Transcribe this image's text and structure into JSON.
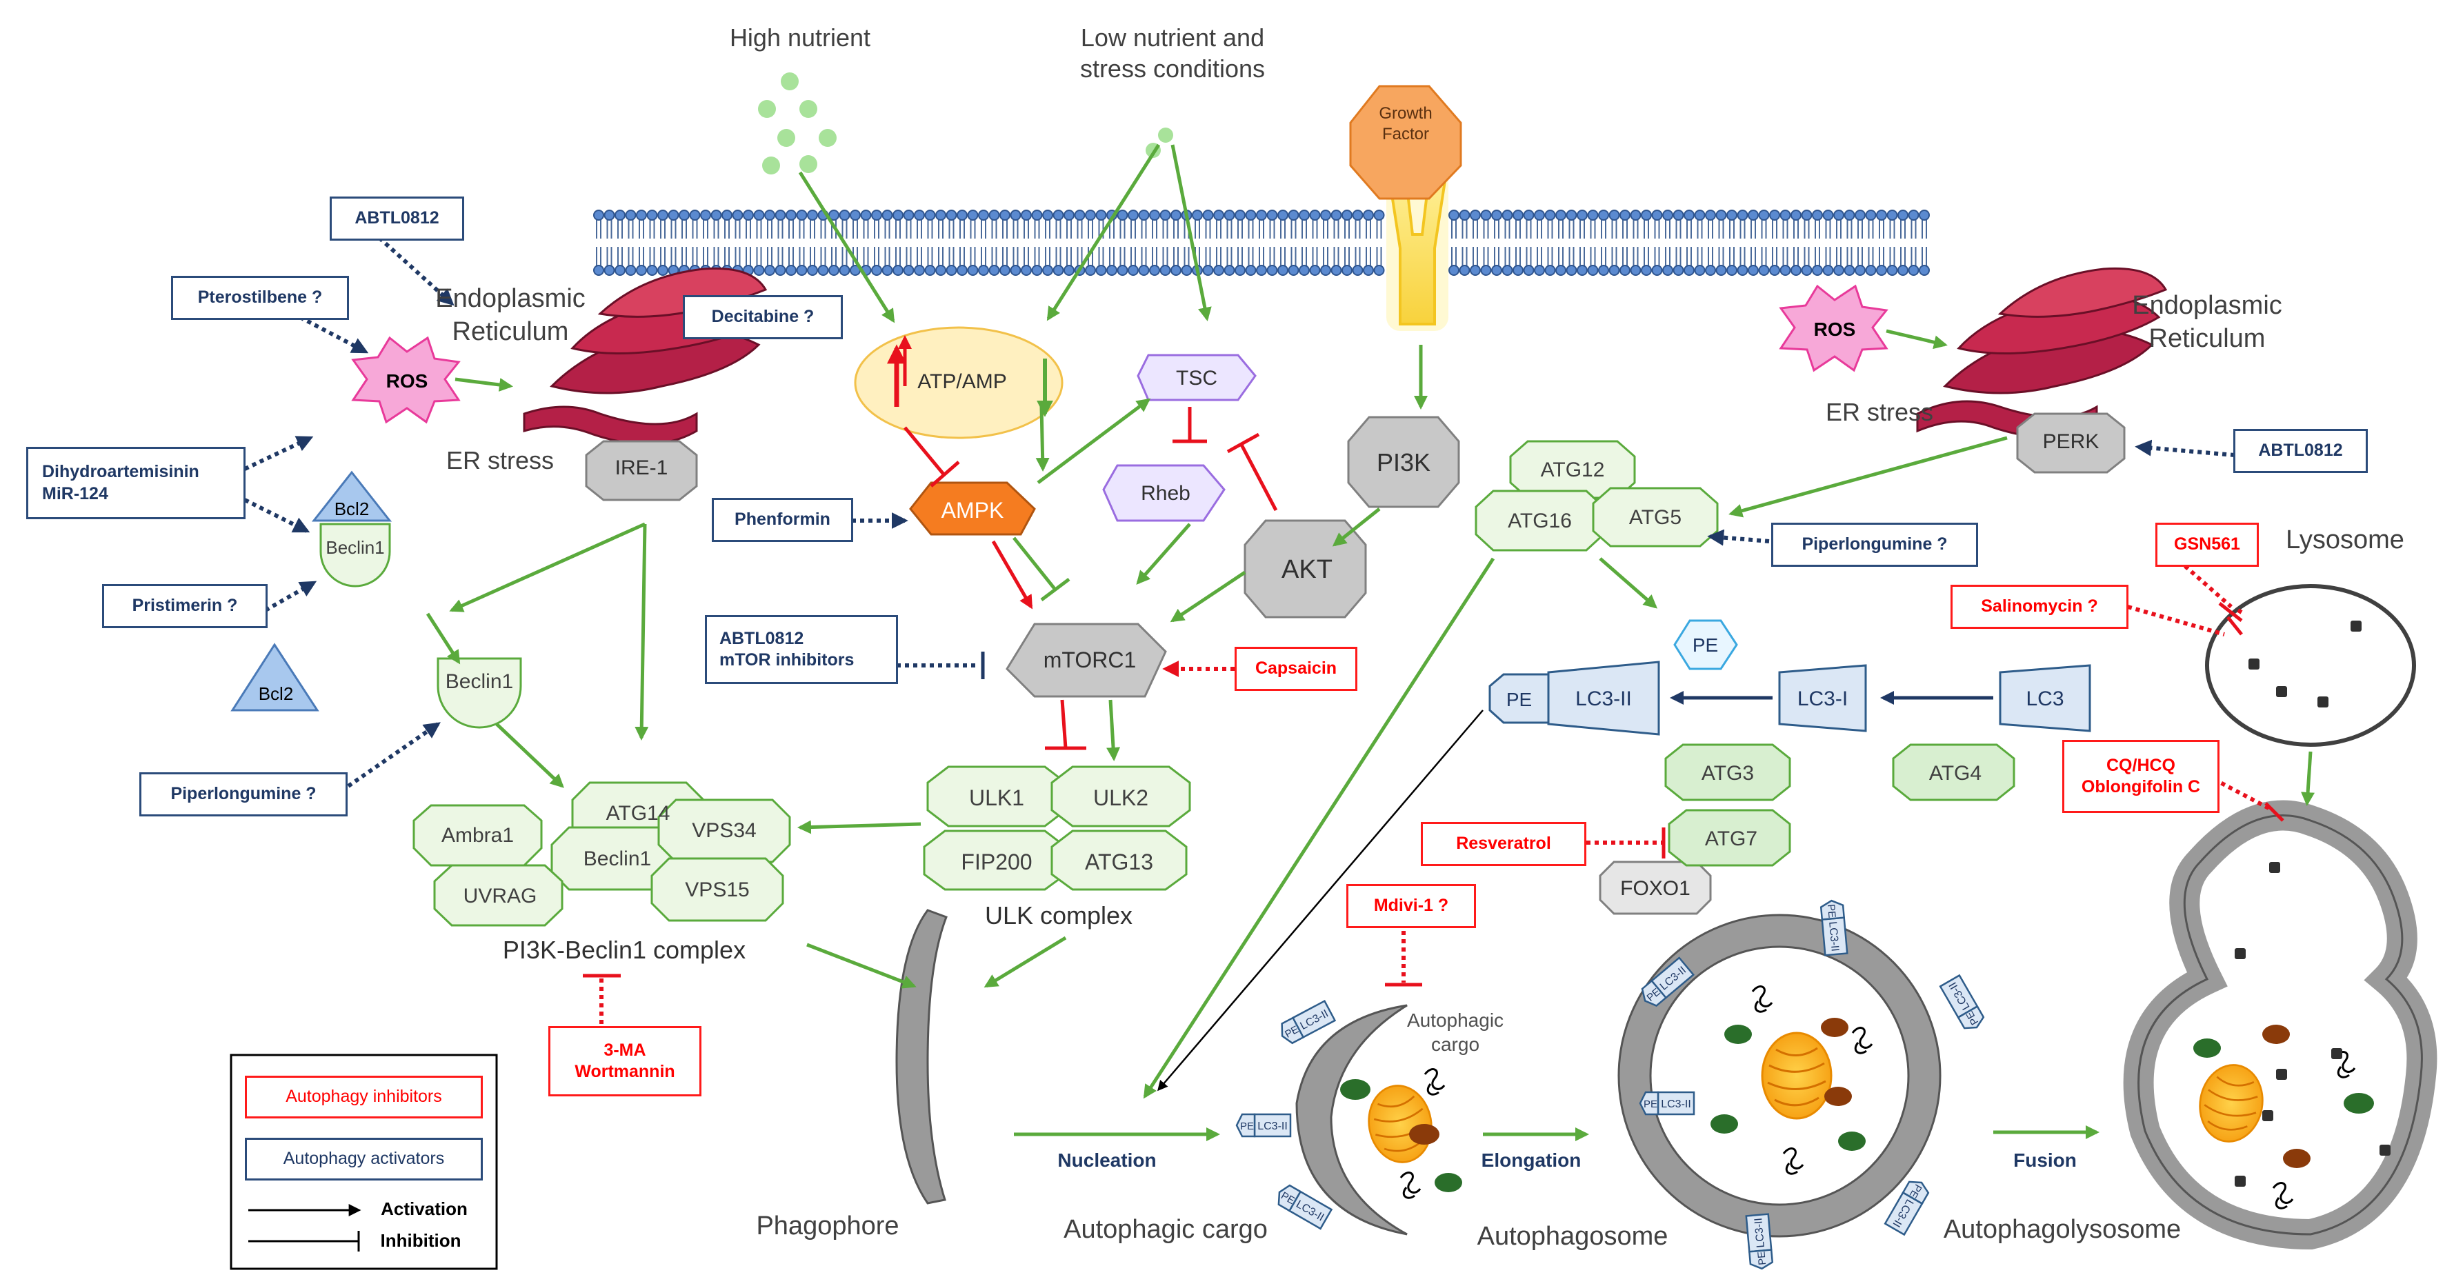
{
  "top": {
    "high_nutrient": "High nutrient",
    "low_nutrient": "Low nutrient and\nstress conditions",
    "growth_factor": "Growth\nFactor"
  },
  "left_er": {
    "title": "Endoplasmic\nReticulum",
    "ros": "ROS",
    "er_stress": "ER stress",
    "ire1": "IRE-1",
    "bcl2_a": "Bcl2",
    "bcl2_b": "Bcl2",
    "beclin1_a": "Beclin1",
    "beclin1_b": "Beclin1"
  },
  "right_er": {
    "title": "Endoplasmic\nReticulum",
    "ros": "ROS",
    "er_stress": "ER stress",
    "perk": "PERK"
  },
  "signaling": {
    "atp_amp": "ATP/AMP",
    "ampk": "AMPK",
    "tsc": "TSC",
    "rheb": "Rheb",
    "pi3k": "PI3K",
    "akt": "AKT",
    "mtorc1": "mTORC1"
  },
  "ulk": {
    "ulk1": "ULK1",
    "ulk2": "ULK2",
    "fip200": "FIP200",
    "atg13": "ATG13",
    "label": "ULK complex"
  },
  "pi3k_complex": {
    "atg14": "ATG14",
    "ambra1": "Ambra1",
    "beclin1": "Beclin1",
    "vps34": "VPS34",
    "uvrag": "UVRAG",
    "vps15": "VPS15",
    "label": "PI3K-Beclin1 complex"
  },
  "atg": {
    "atg12": "ATG12",
    "atg16": "ATG16",
    "atg5": "ATG5",
    "pe": "PE",
    "pe2": "PE",
    "lc3ii": "LC3-II",
    "lc3i": "LC3-I",
    "lc3": "LC3",
    "atg3": "ATG3",
    "atg4": "ATG4",
    "atg7": "ATG7",
    "foxo1": "FOXO1"
  },
  "activators": {
    "abtl_left": "ABTL0812",
    "pterostilbene": "Pterostilbene ?",
    "dihydro": "Dihydroartemisinin\nMiR-124",
    "pristimerin": "Pristimerin ?",
    "piperlongumine_left": "Piperlongumine ?",
    "decitabine": "Decitabine ?",
    "phenformin": "Phenformin",
    "abtl_mtor": "ABTL0812\nmTOR inhibitors",
    "piperlongumine_right": "Piperlongumine ?",
    "abtl_right": "ABTL0812"
  },
  "inhibitors": {
    "capsaicin": "Capsaicin",
    "three_ma": "3-MA\nWortmannin",
    "resveratrol": "Resveratrol",
    "mdivi": "Mdivi-1 ?",
    "gsn561": "GSN561",
    "salinomycin": "Salinomycin ?",
    "cq": "CQ/HCQ\nOblongifolin C"
  },
  "stages": {
    "phagophore": "Phagophore",
    "nucleation": "Nucleation",
    "cargo_label": "Autophagic\ncargo",
    "cargo_bottom": "Autophagic cargo",
    "elongation": "Elongation",
    "autophagosome": "Autophagosome",
    "fusion": "Fusion",
    "autophagolysosome": "Autophagolysosome",
    "lysosome": "Lysosome",
    "lc3ii_tag": "LC3-II",
    "pe_tag": "PE"
  },
  "legend": {
    "inhibitors": "Autophagy inhibitors",
    "activators": "Autophagy activators",
    "activation": "Activation",
    "inhibition": "Inhibition"
  },
  "colors": {
    "green_arrow": "#5aaa3c",
    "inhibit_red": "#e8101c",
    "activator_blue": "#1f3864",
    "ampk_orange": "#f57c20",
    "atg_green_fill": "#ecf7e4",
    "gray_fill": "#c8c8c8",
    "lc3_blue_fill": "#dbe7f5"
  }
}
